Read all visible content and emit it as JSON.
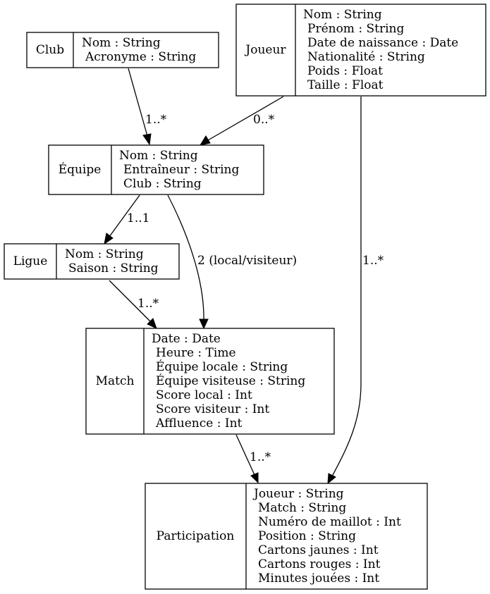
{
  "entities": {
    "club": {
      "name": "Club",
      "attributes": [
        "Nom : String",
        "Acronyme : String"
      ]
    },
    "joueur": {
      "name": "Joueur",
      "attributes": [
        "Nom : String",
        "Prénom : String",
        "Date de naissance : Date",
        "Nationalité : String",
        "Poids : Float",
        "Taille : Float"
      ]
    },
    "equipe": {
      "name": "Équipe",
      "attributes": [
        "Nom : String",
        "Entraîneur : String",
        "Club : String"
      ]
    },
    "ligue": {
      "name": "Ligue",
      "attributes": [
        "Nom : String",
        "Saison : String"
      ]
    },
    "match": {
      "name": "Match",
      "attributes": [
        "Date : Date",
        "Heure : Time",
        "Équipe locale : String",
        "Équipe visiteuse : String",
        "Score local : Int",
        "Score visiteur : Int",
        "Affluence : Int"
      ]
    },
    "participation": {
      "name": "Participation",
      "attributes": [
        "Joueur : String",
        "Match : String",
        "Numéro de maillot : Int",
        "Position : String",
        "Cartons jaunes : Int",
        "Cartons rouges : Int",
        "Minutes jouées : Int"
      ]
    }
  },
  "relations": {
    "club_equipe": "1..*",
    "joueur_equipe": "0..*",
    "equipe_ligue": "1..1",
    "equipe_match": "2 (local/visiteur)",
    "ligue_match": "1..*",
    "joueur_participation": "1..*",
    "match_participation": "1..*"
  },
  "colors": {
    "stroke": "#000000",
    "background": "#ffffff"
  }
}
